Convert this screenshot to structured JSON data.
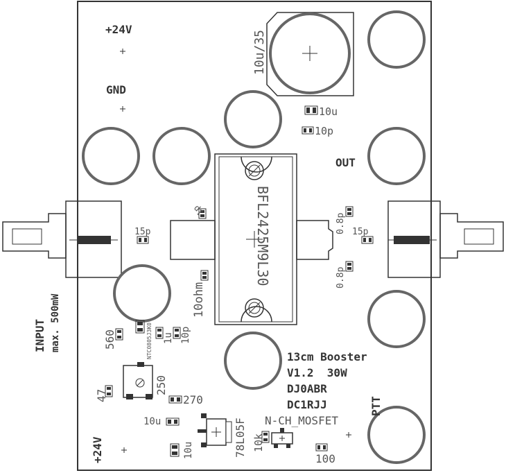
{
  "board": {
    "title_lines": [
      "13cm Booster",
      "V1.2  30W",
      "DJ0ABR",
      "DC1RJJ"
    ]
  },
  "labels": {
    "v24_top": "+24V",
    "gnd": "GND",
    "out": "OUT",
    "ptt": "PTT",
    "v24_bottom": "+24V",
    "input": "INPUT",
    "input_power": "max. 500mW"
  },
  "components": {
    "cap_big": "10u/35",
    "c_10u_top": "10u",
    "c_10p_top": "10p",
    "transistor": "BFL2425M9L30",
    "c_1p": "1p",
    "c_15p_left": "15p",
    "c_15p_right": "15p",
    "c_08p_top": "0.8p",
    "c_08p_bottom": "0.8p",
    "r_10ohm": "10ohm",
    "r_560": "560",
    "ntc": "NTC0805J3K0",
    "c_1u": "1u",
    "c_10p_mid": "10p",
    "r_47": "47",
    "pot_250": "250",
    "r_270": "270",
    "c_10u_reg_in": "10u",
    "c_10u_reg_out": "10u",
    "regulator": "78L05F",
    "r_10k": "10k",
    "mosfet": "N-CH_MOSFET",
    "r_100": "100"
  },
  "colors": {
    "outline": "#333333",
    "pad": "#666666",
    "silkscreen": "#555555"
  }
}
